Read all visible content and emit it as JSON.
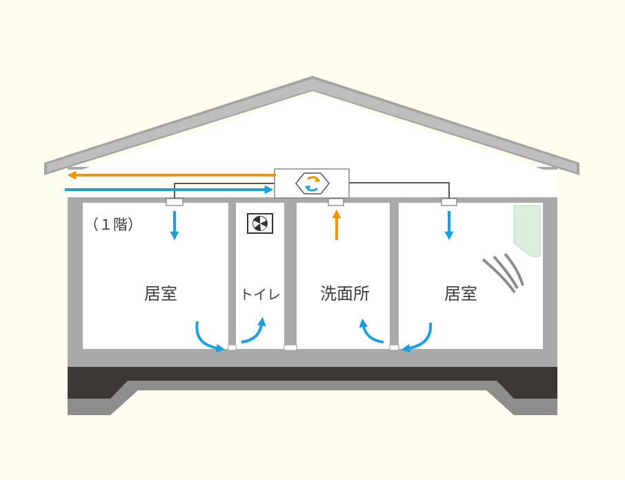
{
  "floor": {
    "label": "（１階）"
  },
  "rooms": [
    {
      "id": "living-left",
      "label": "居室"
    },
    {
      "id": "toilet",
      "label": "トイレ"
    },
    {
      "id": "washroom",
      "label": "洗面所"
    },
    {
      "id": "living-right",
      "label": "居室"
    }
  ],
  "colors": {
    "background": "#fdfdf0",
    "wall": "#a9a9a9",
    "roof_outline": "#8a8a8a",
    "foundation": "#3a3836",
    "supply_air": "#1a9fe0",
    "exhaust_air": "#f29600",
    "aircon_panel": "#dcefdf"
  },
  "icons": {
    "ventilation_unit": "heat-exchange-ventilator-icon",
    "exhaust_fan": "exhaust-fan-icon",
    "air_conditioner": "air-conditioner-icon"
  }
}
